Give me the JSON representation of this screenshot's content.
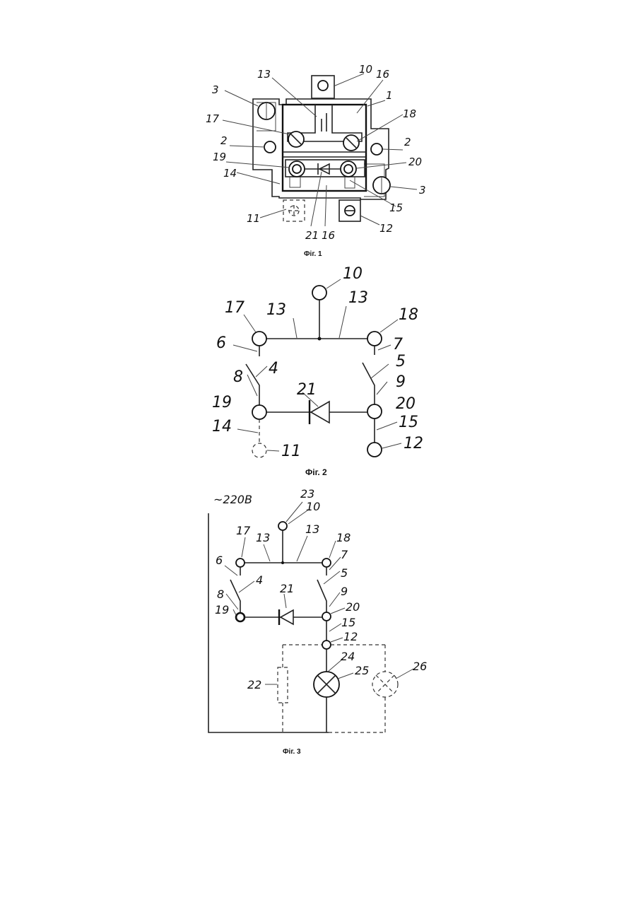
{
  "fig1": {
    "caption": "Фіг. 1",
    "labels": {
      "l3a": "3",
      "l13": "13",
      "l10": "10",
      "l16a": "16",
      "l1": "1",
      "l17": "17",
      "l18": "18",
      "l2a": "2",
      "l2b": "2",
      "l19": "19",
      "l20": "20",
      "l14": "14",
      "l3b": "3",
      "l15": "15",
      "l11": "11",
      "l21": "21",
      "l16b": "16",
      "l12": "12"
    }
  },
  "fig2": {
    "caption": "Фіг. 2",
    "labels": {
      "l10": "10",
      "l13a": "13",
      "l17": "17",
      "l18": "18",
      "l6": "6",
      "l7": "7",
      "l8": "8",
      "l4": "4",
      "l5": "5",
      "l21": "21",
      "l9": "9",
      "l19": "19",
      "l20": "20",
      "l14": "14",
      "l15": "15",
      "l11": "11",
      "l12": "12"
    }
  },
  "fig3": {
    "caption": "Фіг. 3",
    "voltage": "~220В",
    "labels": {
      "l23": "23",
      "l10": "10",
      "l17": "17",
      "l13a": "13",
      "l13b": "13",
      "l18": "18",
      "l6": "6",
      "l7": "7",
      "l4": "4",
      "l5": "5",
      "l8": "8",
      "l21": "21",
      "l9": "9",
      "l19": "19",
      "l20": "20",
      "l15": "15",
      "l12": "12",
      "l24": "24",
      "l25": "25",
      "l26": "26",
      "l22": "22"
    }
  }
}
